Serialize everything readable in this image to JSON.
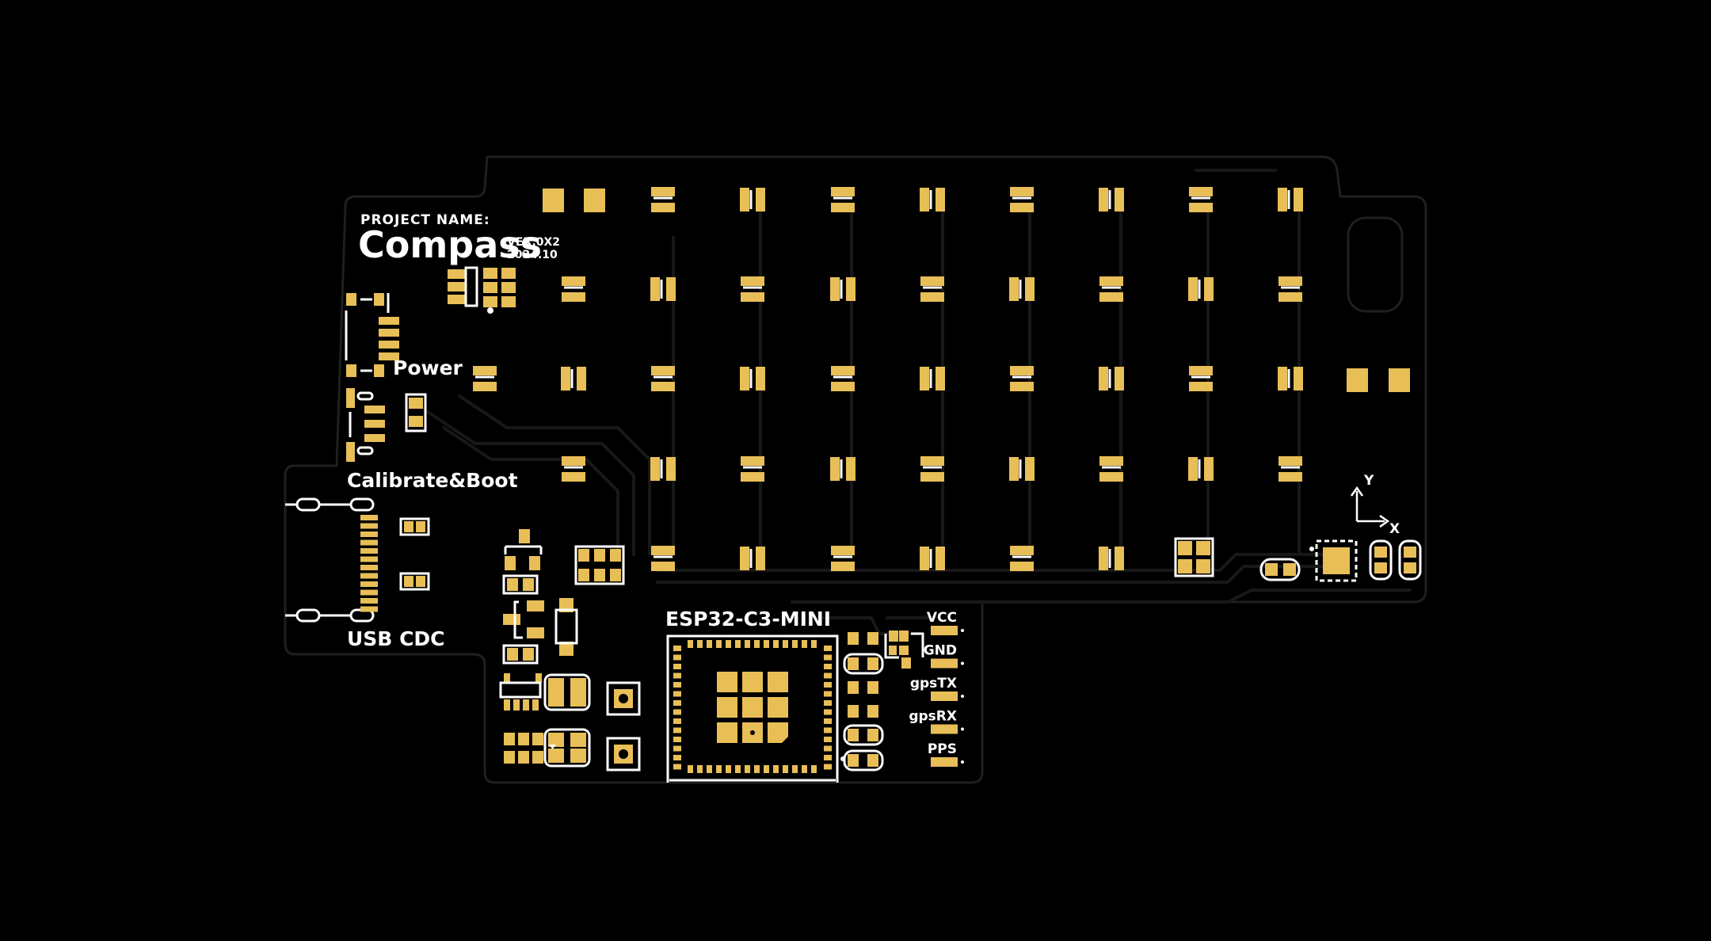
{
  "project": {
    "name_label": "PROJECT NAME:",
    "title": "Compass",
    "version": "VER.0X2",
    "date": "2024.10"
  },
  "labels": {
    "power": "Power",
    "calibrate_boot": "Calibrate&Boot",
    "usb_cdc": "USB CDC",
    "module": "ESP32-C3-MINI",
    "axis_y": "Y",
    "axis_x": "X"
  },
  "header_pins": [
    "VCC",
    "GND",
    "gpsTX",
    "gpsRX",
    "PPS"
  ],
  "colors": {
    "background": "#000000",
    "pad": "#e8be57",
    "silkscreen": "#ffffff",
    "board_outline": "#1f1f1f"
  }
}
